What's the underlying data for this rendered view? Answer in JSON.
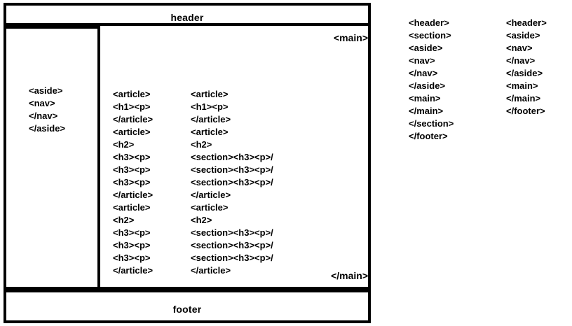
{
  "diagram": {
    "header": {
      "label": "header"
    },
    "aside": {
      "tags": [
        "<aside>",
        "<nav>",
        "</nav>",
        "</aside>"
      ]
    },
    "main": {
      "open_tag": "<main>",
      "close_tag": "</main>",
      "column_1": [
        "<article>",
        "<h1><p>",
        "</article>",
        "<article>",
        "<h2>",
        "<h3><p>",
        "<h3><p>",
        "<h3><p>",
        "</article>",
        "<article>",
        "<h2>",
        "<h3><p>",
        "<h3><p>",
        "<h3><p>",
        "</article>"
      ],
      "column_2": [
        "<article>",
        "<h1><p>",
        "</article>",
        "<article>",
        "<h2>",
        "<section><h3><p>/",
        "<section><h3><p>/",
        "<section><h3><p>/",
        "</article>",
        "<article>",
        "<h2>",
        "<section><h3><p>/",
        "<section><h3><p>/",
        "<section><h3><p>/",
        "</article>"
      ]
    },
    "footer": {
      "label": "footer"
    }
  },
  "outline": {
    "column_1": [
      "<header>",
      "<section>",
      "<aside>",
      "<nav>",
      "</nav>",
      "</aside>",
      "<main>",
      "</main>",
      "</section>",
      "</footer>"
    ],
    "column_2": [
      "<header>",
      "<aside>",
      "<nav>",
      "</nav>",
      "</aside>",
      "<main>",
      "</main>",
      "</footer>"
    ]
  },
  "colors": {
    "border": "#000000",
    "text": "#000000",
    "background": "#ffffff"
  }
}
